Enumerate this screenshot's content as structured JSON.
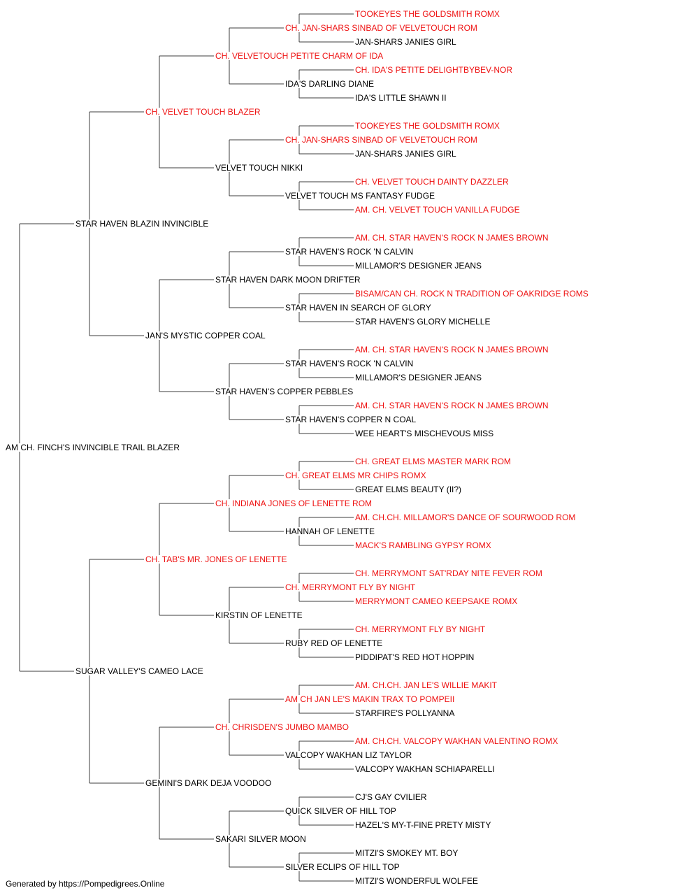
{
  "colors": {
    "champion": "#ee1111",
    "regular": "#000000",
    "line": "#3c3c3c"
  },
  "pedigree": {
    "name": "AM CH. FINCH'S INVINCIBLE TRAIL BLAZER",
    "ch": false,
    "sire": {
      "name": "STAR HAVEN BLAZIN INVINCIBLE",
      "ch": false,
      "sire": {
        "name": "CH. VELVET TOUCH BLAZER",
        "ch": true,
        "sire": {
          "name": "CH. VELVETOUCH PETITE CHARM OF IDA",
          "ch": true,
          "sire": {
            "name": "CH. JAN-SHARS SINBAD OF VELVETOUCH ROM",
            "ch": true,
            "sire": {
              "name": "TOOKEYES THE GOLDSMITH ROMX",
              "ch": true
            },
            "dam": {
              "name": "JAN-SHARS JANIES GIRL",
              "ch": false
            }
          },
          "dam": {
            "name": "IDA'S DARLING DIANE",
            "ch": false,
            "sire": {
              "name": "CH. IDA'S PETITE DELIGHTBYBEV-NOR",
              "ch": true
            },
            "dam": {
              "name": "IDA'S LITTLE SHAWN II",
              "ch": false
            }
          }
        },
        "dam": {
          "name": "VELVET TOUCH NIKKI",
          "ch": false,
          "sire": {
            "name": "CH. JAN-SHARS SINBAD OF VELVETOUCH ROM",
            "ch": true,
            "sire": {
              "name": "TOOKEYES THE GOLDSMITH ROMX",
              "ch": true
            },
            "dam": {
              "name": "JAN-SHARS JANIES GIRL",
              "ch": false
            }
          },
          "dam": {
            "name": "VELVET TOUCH MS FANTASY FUDGE",
            "ch": false,
            "sire": {
              "name": "CH. VELVET TOUCH DAINTY DAZZLER",
              "ch": true
            },
            "dam": {
              "name": "AM. CH. VELVET TOUCH VANILLA FUDGE",
              "ch": true
            }
          }
        }
      },
      "dam": {
        "name": "JAN'S MYSTIC COPPER COAL",
        "ch": false,
        "sire": {
          "name": "STAR HAVEN DARK MOON DRIFTER",
          "ch": false,
          "sire": {
            "name": "STAR HAVEN'S ROCK 'N CALVIN",
            "ch": false,
            "sire": {
              "name": "AM. CH. STAR HAVEN'S ROCK N JAMES BROWN",
              "ch": true
            },
            "dam": {
              "name": "MILLAMOR'S DESIGNER JEANS",
              "ch": false
            }
          },
          "dam": {
            "name": "STAR HAVEN IN SEARCH OF GLORY",
            "ch": false,
            "sire": {
              "name": "BISAM/CAN CH. ROCK N TRADITION OF OAKRIDGE ROMS",
              "ch": true
            },
            "dam": {
              "name": "STAR HAVEN'S GLORY MICHELLE",
              "ch": false
            }
          }
        },
        "dam": {
          "name": "STAR HAVEN'S COPPER PEBBLES",
          "ch": false,
          "sire": {
            "name": "STAR HAVEN'S ROCK 'N CALVIN",
            "ch": false,
            "sire": {
              "name": "AM. CH. STAR HAVEN'S ROCK N JAMES BROWN",
              "ch": true
            },
            "dam": {
              "name": "MILLAMOR'S DESIGNER JEANS",
              "ch": false
            }
          },
          "dam": {
            "name": "STAR HAVEN'S COPPER N COAL",
            "ch": false,
            "sire": {
              "name": "AM. CH. STAR HAVEN'S ROCK N JAMES BROWN",
              "ch": true
            },
            "dam": {
              "name": "WEE HEART'S MISCHEVOUS MISS",
              "ch": false
            }
          }
        }
      }
    },
    "dam": {
      "name": "SUGAR VALLEY'S CAMEO LACE",
      "ch": false,
      "sire": {
        "name": "CH. TAB'S MR. JONES OF LENETTE",
        "ch": true,
        "sire": {
          "name": "CH. INDIANA JONES OF LENETTE ROM",
          "ch": true,
          "sire": {
            "name": "CH. GREAT ELMS MR CHIPS ROMX",
            "ch": true,
            "sire": {
              "name": "CH. GREAT ELMS MASTER MARK ROM",
              "ch": true
            },
            "dam": {
              "name": "GREAT ELMS BEAUTY (II?)",
              "ch": false
            }
          },
          "dam": {
            "name": "HANNAH OF LENETTE",
            "ch": false,
            "sire": {
              "name": "AM. CH.CH. MILLAMOR'S DANCE OF SOURWOOD ROM",
              "ch": true
            },
            "dam": {
              "name": "MACK'S RAMBLING GYPSY ROMX",
              "ch": true
            }
          }
        },
        "dam": {
          "name": "KIRSTIN OF LENETTE",
          "ch": false,
          "sire": {
            "name": "CH. MERRYMONT FLY BY NIGHT",
            "ch": true,
            "sire": {
              "name": "CH. MERRYMONT SAT'RDAY NITE FEVER ROM",
              "ch": true
            },
            "dam": {
              "name": "MERRYMONT CAMEO KEEPSAKE ROMX",
              "ch": true
            }
          },
          "dam": {
            "name": "RUBY RED OF LENETTE",
            "ch": false,
            "sire": {
              "name": "CH. MERRYMONT FLY BY NIGHT",
              "ch": true
            },
            "dam": {
              "name": "PIDDIPAT'S RED HOT HOPPIN",
              "ch": false
            }
          }
        }
      },
      "dam": {
        "name": "GEMINI'S DARK DEJA VOODOO",
        "ch": false,
        "sire": {
          "name": "CH. CHRISDEN'S JUMBO MAMBO",
          "ch": true,
          "sire": {
            "name": "AM CH JAN LE'S MAKIN TRAX TO POMPEII",
            "ch": true,
            "sire": {
              "name": "AM. CH.CH. JAN LE'S WILLIE MAKIT",
              "ch": true
            },
            "dam": {
              "name": "STARFIRE'S POLLYANNA",
              "ch": false
            }
          },
          "dam": {
            "name": "VALCOPY WAKHAN LIZ TAYLOR",
            "ch": false,
            "sire": {
              "name": "AM. CH.CH. VALCOPY WAKHAN VALENTINO ROMX",
              "ch": true
            },
            "dam": {
              "name": "VALCOPY WAKHAN SCHIAPARELLI",
              "ch": false
            }
          }
        },
        "dam": {
          "name": "SAKARI SILVER MOON",
          "ch": false,
          "sire": {
            "name": "QUICK SILVER OF HILL TOP",
            "ch": false,
            "sire": {
              "name": "CJ'S GAY CVILIER",
              "ch": false
            },
            "dam": {
              "name": "HAZEL'S MY-T-FINE PRETY MISTY",
              "ch": false
            }
          },
          "dam": {
            "name": "SILVER ECLIPS OF HILL TOP",
            "ch": false,
            "sire": {
              "name": "MITZI'S SMOKEY MT. BOY",
              "ch": false
            },
            "dam": {
              "name": "MITZI'S WONDERFUL WOLFEE",
              "ch": false
            }
          }
        }
      }
    }
  },
  "footer": {
    "text": "Generated by https://Pompedigrees.Online"
  }
}
